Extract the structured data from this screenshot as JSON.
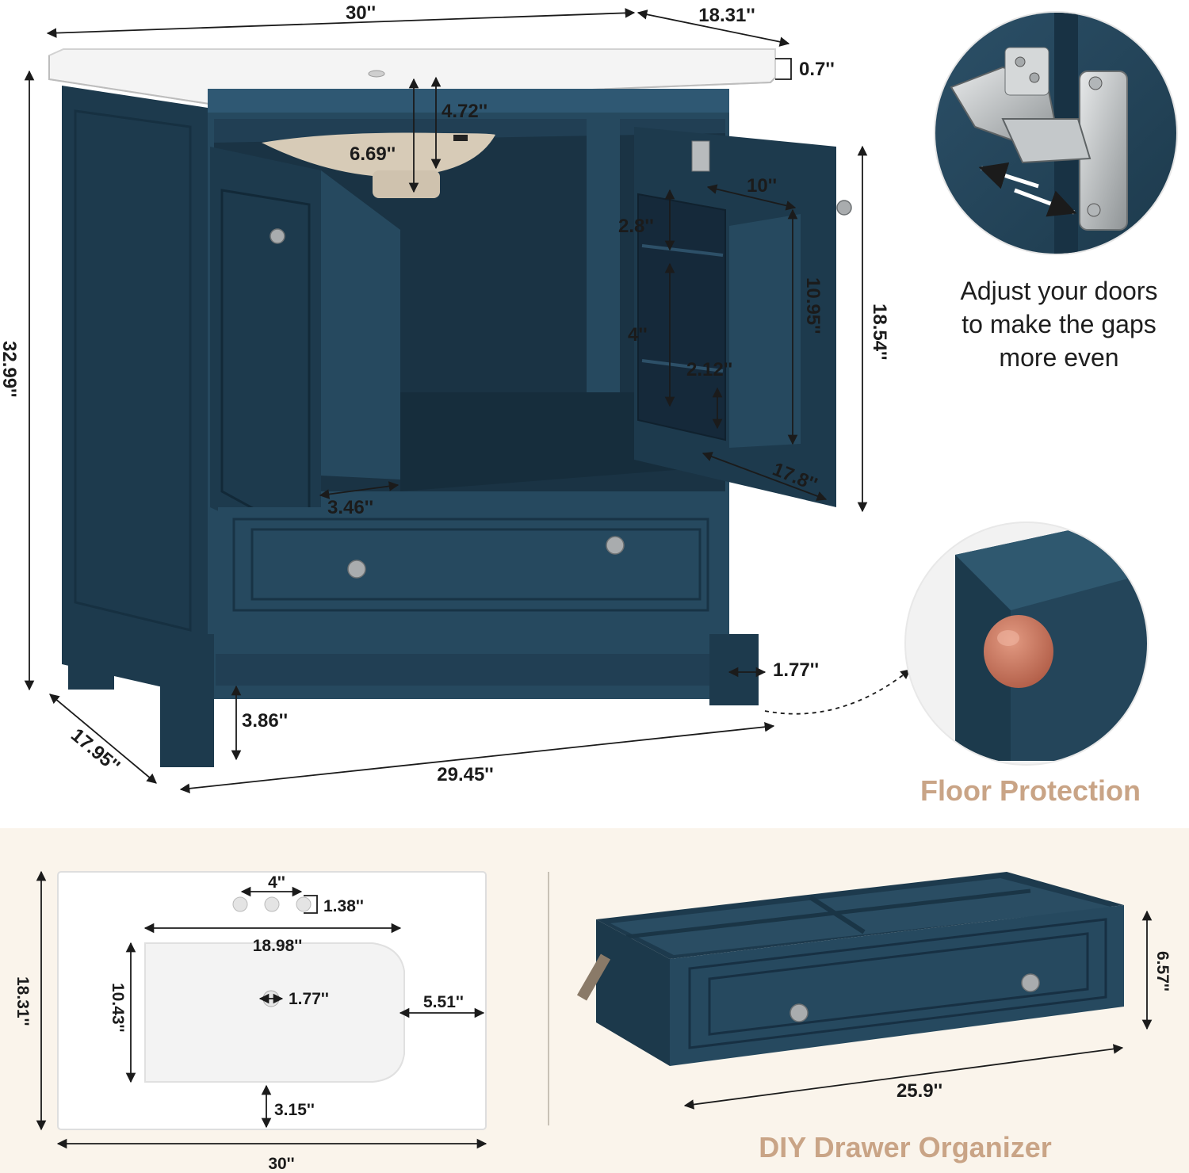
{
  "colors": {
    "cabinet": "#26495f",
    "cabinet_dark": "#1d3a4d",
    "top_white": "#f5f5f5",
    "panel_bg": "#faf4eb",
    "accent_text": "#c9a486",
    "rubber_pad": "#c8715a"
  },
  "icons": [
    "hinge-icon",
    "floor-pad-icon",
    "adjust-arrows-icon"
  ],
  "main": {
    "width": "30''",
    "depth_top": "18.31''",
    "top_thickness": "0.7''",
    "basin_depth": "4.72''",
    "basin_bowl": "6.69''",
    "shelf_width": "10''",
    "shelf_gap_top": "2.8''",
    "shelf_gap_mid": "4''",
    "door_inner_height": "10.95''",
    "shelf_depth": "2.12''",
    "door_inner_width": "17.8''",
    "cabinet_height": "18.54''",
    "overall_height": "32.99''",
    "left_door_pocket": "3.46''",
    "leg_width": "1.77''",
    "floor_clearance": "3.86''",
    "base_depth": "17.95''",
    "base_width": "29.45''"
  },
  "hinge_callout": {
    "caption_lines": [
      "Adjust your doors",
      "to make the gaps",
      "more even"
    ]
  },
  "floor_callout": {
    "label": "Floor Protection"
  },
  "sink_top": {
    "faucet_spread": "4''",
    "hole_diameter": "1.38''",
    "basin_width": "18.98''",
    "drain": "1.77''",
    "basin_length": "10.43''",
    "side_margin": "5.51''",
    "front_margin": "3.15''",
    "depth": "18.31''",
    "width": "30''"
  },
  "drawer": {
    "height": "6.57''",
    "width": "25.9''",
    "label": "DIY Drawer Organizer"
  }
}
